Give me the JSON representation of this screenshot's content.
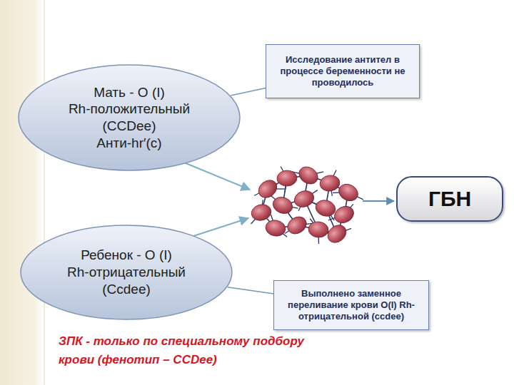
{
  "diagram": {
    "nodes": [
      {
        "text": [
          "Мать - O (I)",
          "Rh-положительный",
          "(CCDee)",
          "Анти-hr′(c)"
        ]
      },
      {
        "text": [
          "Исследование антител в процессе беременности не проводилось"
        ]
      },
      {
        "text": [
          "ГБН"
        ]
      },
      {
        "text": [
          "Ребенок - O (I)",
          "Rh-отрицательный",
          "(Ccdee)"
        ]
      },
      {
        "text": [
          "Выполнено заменное переливание крови O(I) Rh-отрицательной (ccdee)"
        ]
      }
    ],
    "edges": [
      {
        "from": 0,
        "to": 1,
        "arrow": "none"
      },
      {
        "from": 3,
        "to": 4,
        "arrow": "none"
      }
    ],
    "labels": [
      "ЗПК - только по специальному подбору крови (фенотип – CCDee)"
    ]
  }
}
